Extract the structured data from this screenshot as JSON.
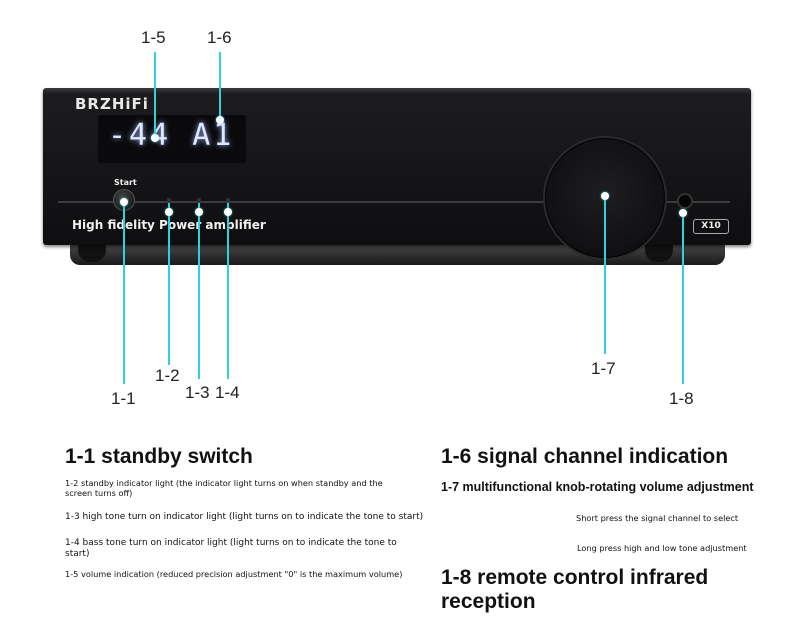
{
  "device": {
    "brand": "BRZHiFi",
    "display": "-44 A1",
    "start_label": "Start",
    "subtitle": "High fidelity Power amplifier",
    "model": "X10"
  },
  "callouts": {
    "c1_1": "1-1",
    "c1_2": "1-2",
    "c1_3": "1-3",
    "c1_4": "1-4",
    "c1_5": "1-5",
    "c1_6": "1-6",
    "c1_7": "1-7",
    "c1_8": "1-8"
  },
  "descriptions": {
    "d1_1": "1-1 standby switch",
    "d1_2": "1-2 standby indicator light (the indicator light turns on when standby and the screen turns off)",
    "d1_3": "1-3 high tone turn on indicator light (light turns on to indicate the tone to start)",
    "d1_4": "1-4 bass tone turn on indicator light (light turns on to indicate the tone to start)",
    "d1_5": "1-5 volume indication (reduced precision adjustment \"0\" is the maximum volume)",
    "d1_6": "1-6 signal channel indication",
    "d1_7": "1-7 multifunctional knob-rotating volume adjustment",
    "d1_7a": "Short press the signal channel to select",
    "d1_7b": "Long press high and low tone adjustment",
    "d1_8": "1-8 remote control infrared reception"
  },
  "colors": {
    "callout_line": "#2fd0e0",
    "display_glow": "#dfe6ff"
  }
}
